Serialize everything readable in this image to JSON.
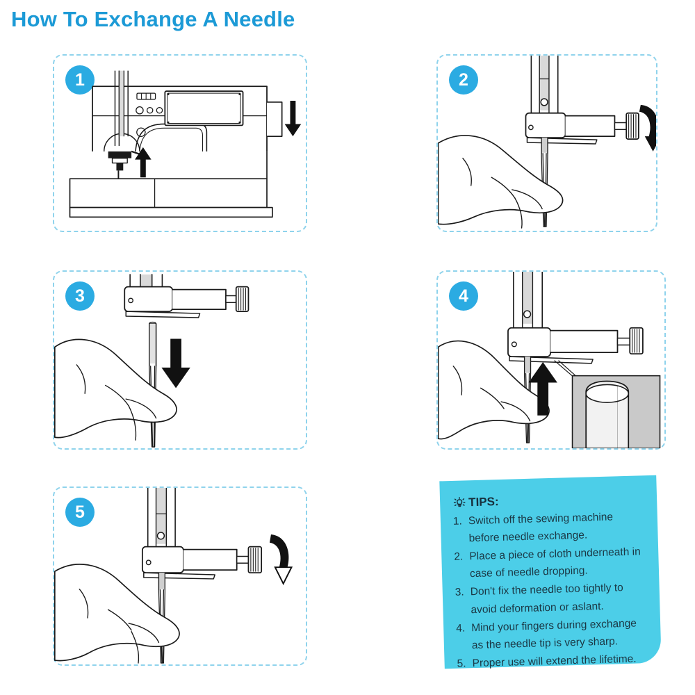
{
  "page": {
    "title": "How To Exchange A Needle",
    "title_color": "#1C9AD6",
    "background": "#FFFFFF",
    "panel_border_color": "#8FD3EC",
    "badge_color": "#2BABE2",
    "note_color": "#4CCEE8",
    "line_art_color": "#1A1A1A"
  },
  "steps": [
    {
      "number": "1",
      "name": "switch-off-machine",
      "icons": [
        "sewing-machine-icon",
        "down-arrow-icon",
        "up-arrow-icon",
        "power-switch-icon",
        "display-panel-icon"
      ]
    },
    {
      "number": "2",
      "name": "loosen-needle-clamp-screw",
      "icons": [
        "hand-icon",
        "needle-clamp-icon",
        "thumbscrew-icon",
        "counterclockwise-rotation-arrow-icon"
      ]
    },
    {
      "number": "3",
      "name": "remove-old-needle",
      "icons": [
        "hand-icon",
        "needle-clamp-icon",
        "thumbscrew-icon",
        "down-arrow-icon",
        "needle-icon"
      ]
    },
    {
      "number": "4",
      "name": "insert-new-needle",
      "icons": [
        "hand-icon",
        "needle-clamp-icon",
        "thumbscrew-icon",
        "up-arrow-icon",
        "needle-shank-detail-icon"
      ]
    },
    {
      "number": "5",
      "name": "tighten-needle-clamp-screw",
      "icons": [
        "hand-icon",
        "needle-clamp-icon",
        "thumbscrew-icon",
        "clockwise-rotation-arrow-icon"
      ]
    }
  ],
  "tips": {
    "icon": "lightbulb-icon",
    "heading": "TIPS:",
    "items": [
      {
        "num": "1.",
        "text": "Switch off the sewing machine before needle exchange."
      },
      {
        "num": "2.",
        "text": "Place a piece of cloth underneath in case of needle dropping."
      },
      {
        "num": "3.",
        "text": "Don't fix the needle too tightly to avoid deformation or aslant."
      },
      {
        "num": "4.",
        "text": "Mind your fingers during exchange as the needle tip is very sharp."
      },
      {
        "num": "5.",
        "text": "Proper use will extend the lifetime."
      }
    ]
  }
}
